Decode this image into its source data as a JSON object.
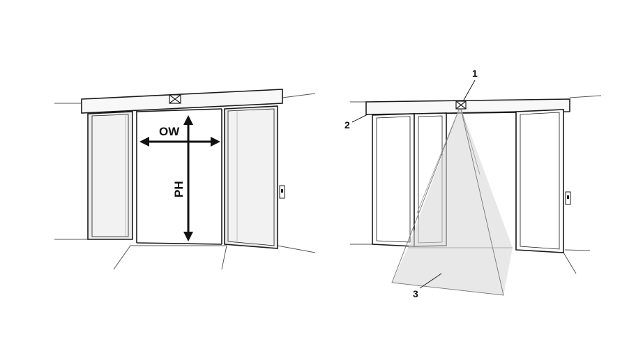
{
  "left_diagram": {
    "width_label": "OW",
    "height_label": "PH"
  },
  "right_diagram": {
    "callouts": [
      {
        "number": "1"
      },
      {
        "number": "2"
      },
      {
        "number": "3"
      }
    ]
  },
  "colors": {
    "line": "#1a1a1a",
    "glass": "#ececec",
    "sensor_beam": "#d9d9d9",
    "wall_line": "#555555"
  }
}
